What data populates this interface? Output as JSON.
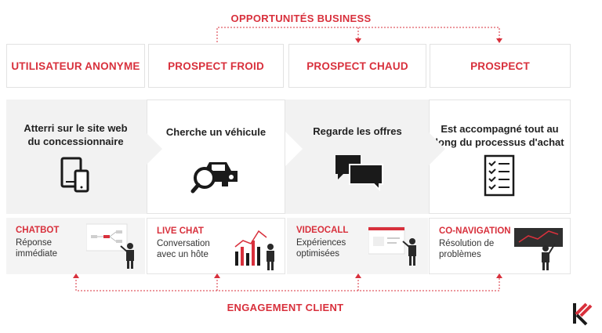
{
  "top_label": "OPPORTUNITÉS BUSINESS",
  "bottom_label": "ENGAGEMENT CLIENT",
  "logo_text": "K",
  "accent_color": "#d8303c",
  "stages": [
    {
      "title": "UTILISATEUR ANONYME",
      "description": "Atterri sur le site web\ndu concessionnaire",
      "icon": "devices-icon",
      "channel": "CHATBOT",
      "channel_desc": "Réponse\nimmédiate"
    },
    {
      "title": "PROSPECT FROID",
      "description": "Cherche un véhicule",
      "icon": "car-search-icon",
      "channel": "LIVE CHAT",
      "channel_desc": "Conversation\navec un hôte"
    },
    {
      "title": "PROSPECT CHAUD",
      "description": "Regarde les offres",
      "icon": "chat-bubbles-icon",
      "channel": "VIDEOCALL",
      "channel_desc": "Expériences\noptimisées"
    },
    {
      "title": "PROSPECT",
      "description": "Est accompagné tout au\nlong du processus d'achat",
      "icon": "checklist-icon",
      "channel": "CO-NAVIGATION",
      "channel_desc": "Résolution de\nproblèmes"
    }
  ]
}
